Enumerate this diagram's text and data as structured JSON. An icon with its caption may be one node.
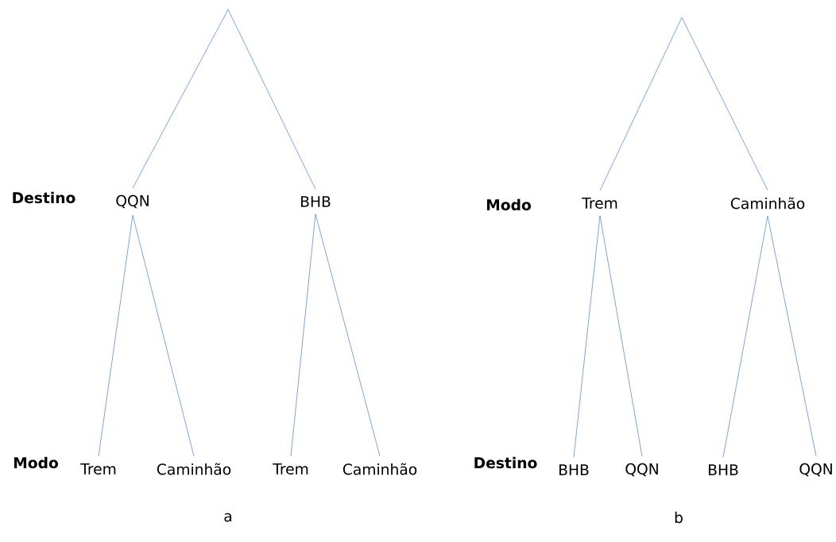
{
  "diagram": {
    "nodes": [
      {
        "text": [
          "QQN"
        ]
      },
      {
        "text": [
          "BHB"
        ]
      },
      {
        "text": [
          "Trem"
        ]
      },
      {
        "text": [
          "Caminhão"
        ]
      },
      {
        "text": [
          "Trem"
        ]
      },
      {
        "text": [
          "Caminhão"
        ]
      },
      {
        "text": [
          "Trem"
        ]
      },
      {
        "text": [
          "Caminhão"
        ]
      },
      {
        "text": [
          "BHB"
        ]
      },
      {
        "text": [
          "QQN"
        ]
      },
      {
        "text": [
          "BHB"
        ]
      },
      {
        "text": [
          "QQN"
        ]
      }
    ],
    "edges": [
      {
        "from": null,
        "to": 0,
        "arrow": "none"
      },
      {
        "from": null,
        "to": 1,
        "arrow": "none"
      },
      {
        "from": 0,
        "to": 2,
        "arrow": "none"
      },
      {
        "from": 0,
        "to": 3,
        "arrow": "none"
      },
      {
        "from": 1,
        "to": 4,
        "arrow": "none"
      },
      {
        "from": 1,
        "to": 5,
        "arrow": "none"
      },
      {
        "from": null,
        "to": 6,
        "arrow": "none"
      },
      {
        "from": null,
        "to": 7,
        "arrow": "none"
      },
      {
        "from": 6,
        "to": 8,
        "arrow": "none"
      },
      {
        "from": 6,
        "to": 9,
        "arrow": "none"
      },
      {
        "from": 7,
        "to": 10,
        "arrow": "none"
      },
      {
        "from": 7,
        "to": 11,
        "arrow": "none"
      }
    ],
    "labels": [
      "Destino",
      "Modo",
      "Modo",
      "Destino",
      "a",
      "b"
    ]
  }
}
